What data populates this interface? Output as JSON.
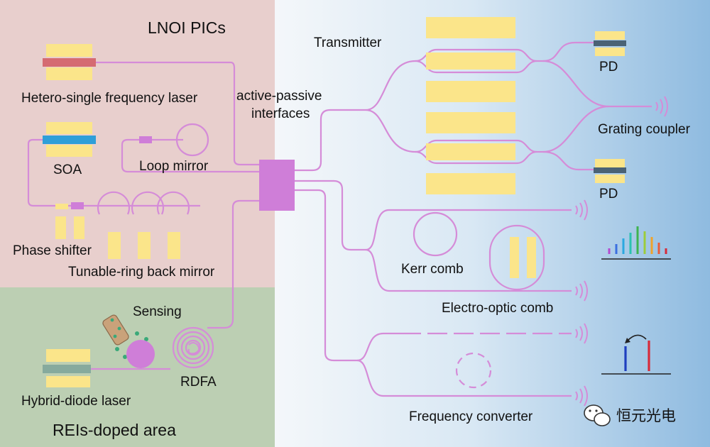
{
  "regions": {
    "pics_title": "LNOI PICs",
    "rei_title": "REIs-doped area"
  },
  "labels": {
    "hetero_laser": "Hetero-single frequency laser",
    "soa": "SOA",
    "loop_mirror": "Loop mirror",
    "phase_shifter": "Phase shifter",
    "tunable_ring": "Tunable-ring back mirror",
    "sensing": "Sensing",
    "rdfa": "RDFA",
    "hybrid_laser": "Hybrid-diode laser",
    "interfaces_line1": "active-passive",
    "interfaces_line2": "interfaces",
    "transmitter": "Transmitter",
    "pd_top": "PD",
    "pd_bottom": "PD",
    "grating_coupler": "Grating coupler",
    "kerr_comb": "Kerr comb",
    "eo_comb": "Electro-optic comb",
    "freq_converter": "Frequency converter"
  },
  "watermark": {
    "text": "恒元光电",
    "icon": "wechat-icon"
  },
  "colors": {
    "waveguide": "#d58cd8",
    "electrode": "#fbe58a",
    "laser_red": "#d56b72",
    "soa_blue": "#2f9fd8",
    "pd_dark": "#4a6275",
    "hybrid_teal": "#86aa9d",
    "interface_block": "#cf7ed8",
    "region_pink": "#e8cfcd",
    "region_green": "#bccfb3",
    "region_blue_light": "#eaf2f8",
    "region_blue_dark": "#8fbbe0"
  },
  "icons": {
    "grating": "grating-coupler-icon",
    "spectrum": "comb-spectrum-icon",
    "conversion": "frequency-conversion-icon"
  }
}
